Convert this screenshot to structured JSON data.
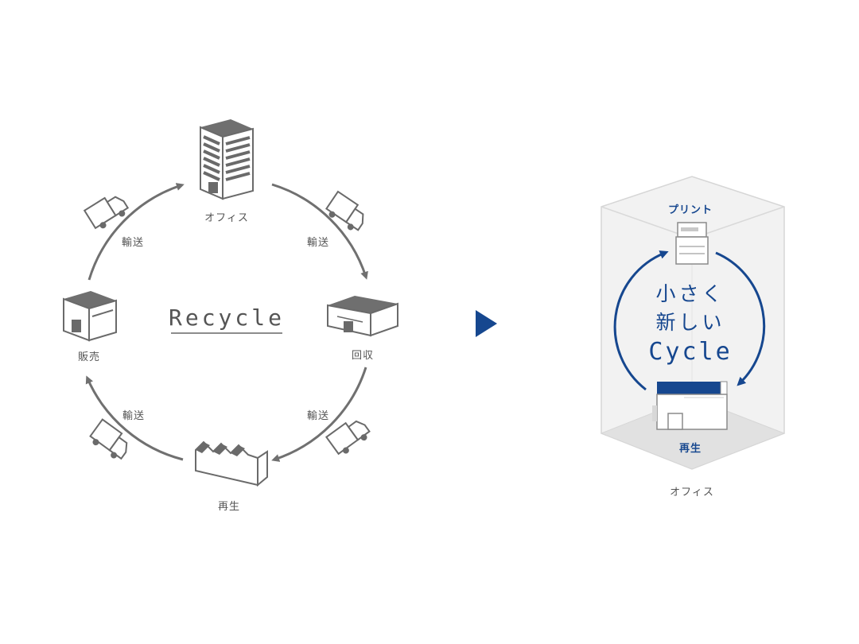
{
  "recycle_diagram": {
    "center_label": "Recycle",
    "nodes": {
      "office": "オフィス",
      "collection": "回収",
      "regeneration": "再生",
      "sales": "販売"
    },
    "transport_labels": [
      "輸送",
      "輸送",
      "輸送",
      "輸送"
    ]
  },
  "cycle_diagram": {
    "print_label": "プリント",
    "center_lines": [
      "小さく",
      "新しい",
      "Cycle"
    ],
    "regeneration_label": "再生",
    "office_label": "オフィス"
  },
  "colors": {
    "gray": "#777777",
    "dark": "#555555",
    "blue": "#16478f"
  }
}
